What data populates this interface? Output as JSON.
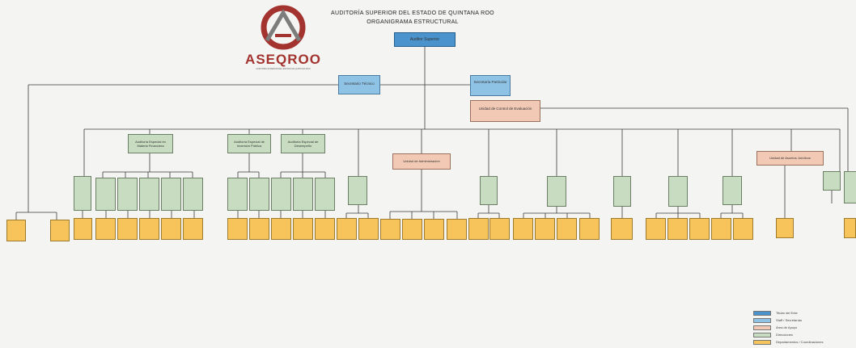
{
  "header": {
    "title_line1": "AUDITORÍA SUPERIOR DEL ESTADO DE QUINTANA ROO",
    "title_line2": "ORGANIGRAMA ESTRUCTURAL",
    "logo_text": "ASEQROO",
    "logo_tagline": "AUDITORÍA SUPERIOR DEL ESTADO DE QUINTANA ROO"
  },
  "nodes": {
    "root": "Auditor Superior",
    "secretario_tecnico": "Secretario Técnico",
    "secretaria_particular": "Secretaría Particular",
    "unidad_control": "Unidad de Control de Evaluación",
    "aud_esp_1": "Auditoría Especial en Materia Financiera",
    "aud_esp_2": "Auditoría Especial de Inversión Pública",
    "aud_esp_3": "Auditoría Especial de Desempeño",
    "unidad_admin": "Unidad de Administración",
    "unidad_juridica": "Unidad de Asuntos Jurídicos"
  },
  "legend": [
    {
      "label": "Titular del Ente",
      "color": "#4b93cc"
    },
    {
      "label": "Staff / Secretarías",
      "color": "#8fc3e6"
    },
    {
      "label": "Área de Apoyo",
      "color": "#f2c9b5"
    },
    {
      "label": "Direcciones",
      "color": "#c7dcc0"
    },
    {
      "label": "Departamentos / Coordinaciones",
      "color": "#f7c45b"
    }
  ]
}
